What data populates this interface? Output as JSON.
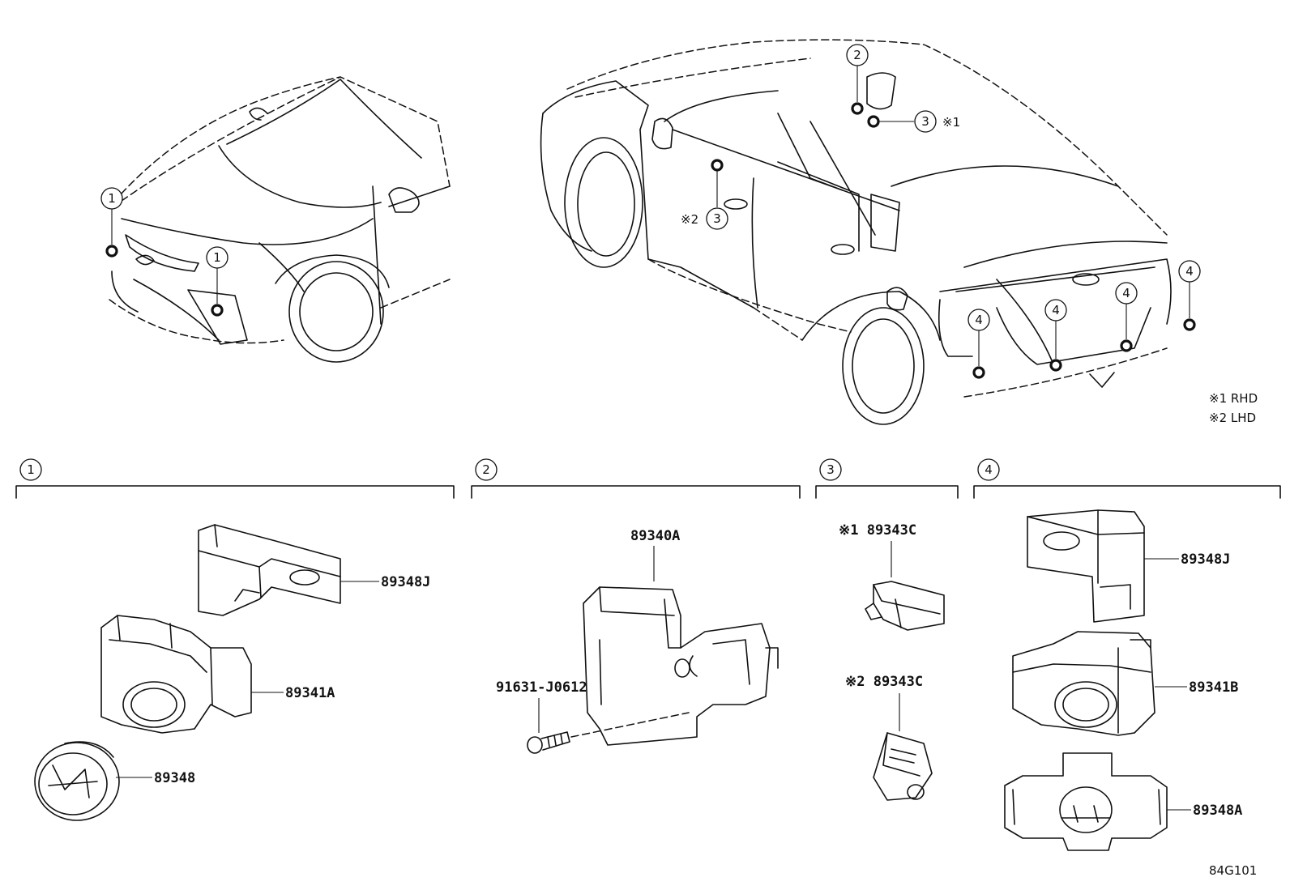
{
  "callouts": {
    "c1": "1",
    "c2": "2",
    "c3": "3",
    "c4": "4"
  },
  "notes": {
    "rhd_mark": "※1",
    "lhd_mark": "※2",
    "rhd": "※1 RHD",
    "lhd": "※2 LHD"
  },
  "sections": [
    {
      "callout": "1"
    },
    {
      "callout": "2"
    },
    {
      "callout": "3"
    },
    {
      "callout": "4"
    }
  ],
  "parts": {
    "p89348J_1": "89348J",
    "p89341A": "89341A",
    "p89348": "89348",
    "p89340A": "89340A",
    "p91631": "91631-J0612",
    "p89343C_rhd": "※1 89343C",
    "p89343C_lhd": "※2 89343C",
    "p89348J_4": "89348J",
    "p89341B": "89341B",
    "p89348A": "89348A"
  },
  "figure_code": "84G101"
}
